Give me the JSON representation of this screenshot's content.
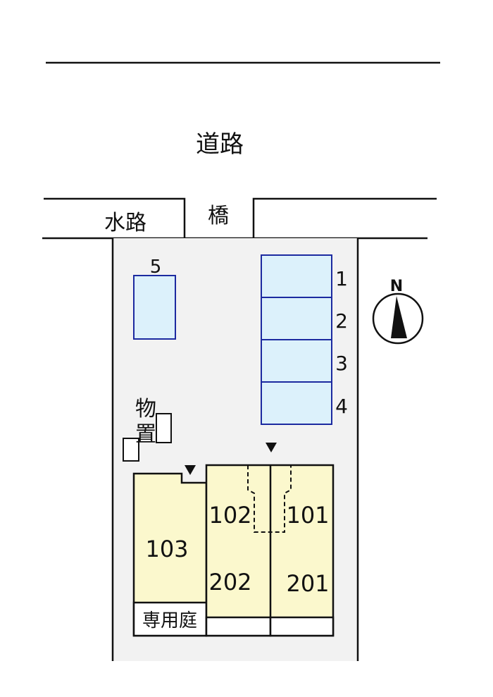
{
  "labels": {
    "road": "道路",
    "waterway": "水路",
    "bridge": "橋",
    "storage_1": "物",
    "storage_2": "置",
    "private_garden": "専用庭",
    "north": "N"
  },
  "parking": [
    "1",
    "2",
    "3",
    "4",
    "5"
  ],
  "units": [
    "101",
    "102",
    "103",
    "201",
    "202"
  ],
  "colors": {
    "lot": "#f2f2f2",
    "parking_fill": "#dcf1fb",
    "parking_border": "#1c2aa0",
    "building_fill": "#fbf8cd",
    "line": "#111111"
  }
}
